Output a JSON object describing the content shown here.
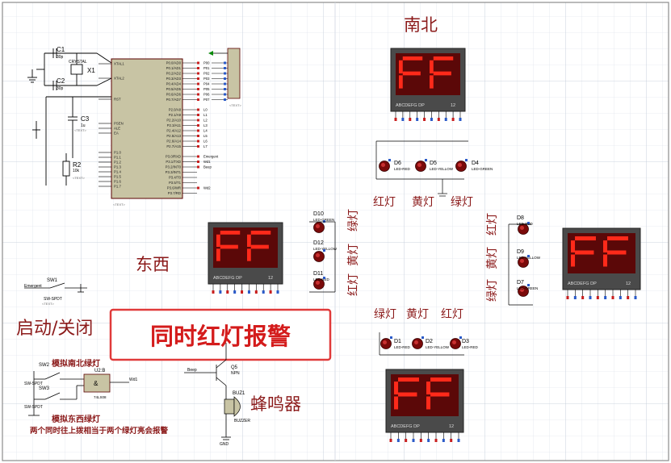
{
  "labels": {
    "north_south": "南北",
    "east_west": "东西",
    "start_stop": "启动/关闭",
    "buzzer": "蜂鸣器",
    "banner": "同时红灯报警",
    "red": "红灯",
    "yellow": "黄灯",
    "green": "绿灯",
    "sim_ns_green": "模拟南北绿灯",
    "sim_ew_green": "模拟东西绿灯",
    "note": "两个同时往上拨相当于两个绿灯亮会报警"
  },
  "display": {
    "digits": "FF",
    "pins": "ABCDEFG  DP",
    "num": "12"
  },
  "mcu": {
    "left_pins": [
      "XTAL1",
      "XTAL2",
      "RST",
      "PSEN",
      "ALE",
      "EA",
      "P1.0",
      "P1.1",
      "P1.2",
      "P1.3",
      "P1.4",
      "P1.5",
      "P1.6",
      "P1.7"
    ],
    "right_pins": [
      "P0.0/AD0",
      "P0.1/AD1",
      "P0.2/AD2",
      "P0.3/AD3",
      "P0.4/AD4",
      "P0.5/AD5",
      "P0.6/AD6",
      "P0.7/AD7",
      "P2.0/A8",
      "P2.1/A9",
      "P2.2/A10",
      "P2.3/A11",
      "P2.4/A12",
      "P2.5/A13",
      "P2.6/A14",
      "P2.7/A15",
      "P3.0/RXD",
      "P3.1/TXD",
      "P3.2/INT0",
      "P3.3/INT1",
      "P3.4/T0",
      "P3.5/T1",
      "P3.6/WR",
      "P3.7/RD"
    ],
    "right_nets": [
      "P00",
      "P01",
      "P02",
      "P03",
      "P04",
      "P05",
      "P06",
      "P07",
      "L0",
      "L1",
      "L2",
      "L3",
      "L4",
      "L5",
      "L6",
      "L7",
      "Emergent",
      "Wd1",
      "Beep",
      "",
      "",
      "",
      "Wd2",
      ""
    ],
    "text_ref": "<TEXT>"
  },
  "parts": {
    "c1": "C1",
    "c1v": "30p",
    "c2": "C2",
    "c2v": "30p",
    "c3": "C3",
    "c3v": "1u",
    "x1": "X1",
    "crystal": "CRYSTAL",
    "r2": "R2",
    "r2v": "10k",
    "u2": "U2:B",
    "u2t": "74LS08",
    "sw1": "SW1",
    "sw2": "SW2",
    "sw3": "SW3",
    "spdt": "SW-SPDT",
    "q5": "Q5",
    "q5t": "NPN",
    "buz1": "BUZ1",
    "buz1t": "BUZZER",
    "gnd": "GND",
    "emergent": "Emergent",
    "wd": "Wd1",
    "beep": "Beep",
    "text": "<TEXT>"
  },
  "leds": {
    "d1": "D1",
    "d2": "D2",
    "d3": "D3",
    "d4": "D4",
    "d5": "D5",
    "d6": "D6",
    "d7": "D7",
    "d8": "D8",
    "d9": "D9",
    "d10": "D10",
    "d11": "D11",
    "d12": "D12",
    "red": "LED-RED",
    "yellow": "LED-YELLOW",
    "green": "LED-GREEN"
  }
}
